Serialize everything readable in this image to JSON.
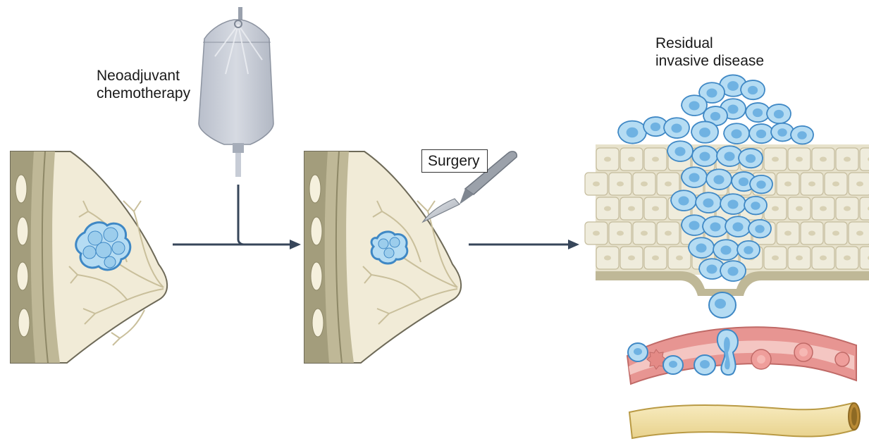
{
  "labels": {
    "neoadjuvant_line1": "Neoadjuvant",
    "neoadjuvant_line2": "chemotherapy",
    "surgery": "Surgery",
    "residual_line1": "Residual",
    "residual_line2": "invasive disease"
  },
  "colors": {
    "arrow": "#37465a",
    "breast_fill": "#f1ebd7",
    "breast_outline": "#6e6a58",
    "chest_wall": "#bfb897",
    "duct": "#c9bf9b",
    "tumor_cell": "#b5dcf3",
    "tumor_outline": "#3f88c5",
    "tumor_nucleus": "#5aa7dd",
    "iv_bag": "#c7ccd6",
    "scalpel": "#9ba1aa",
    "epithelium": "#efecdc",
    "vessel_wall": "#e79592",
    "vessel_lumen": "#f4c6c2",
    "lymph_vessel": "#f3e3ab"
  },
  "icons": [
    "iv-bag-icon",
    "scalpel-icon",
    "tumor-icon",
    "blood-vessel-icon",
    "lymphatic-vessel-icon"
  ]
}
